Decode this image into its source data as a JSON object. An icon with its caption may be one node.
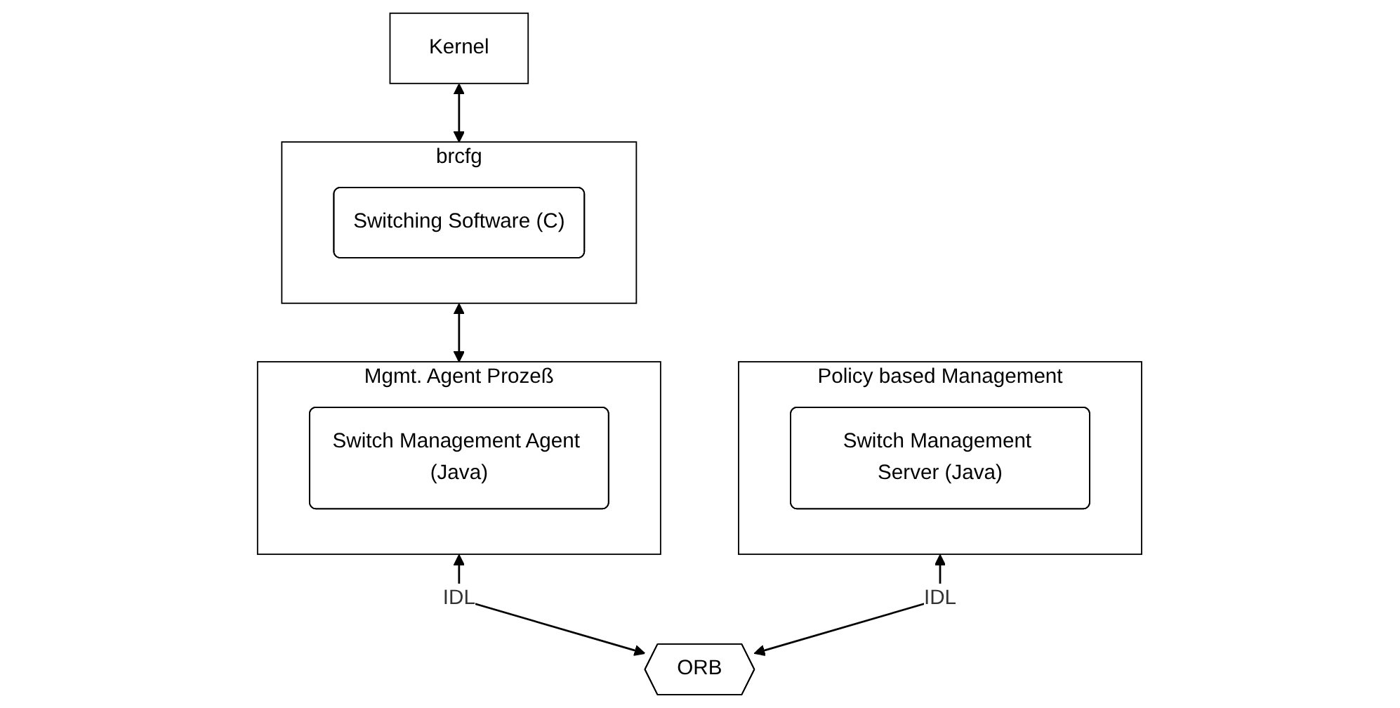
{
  "diagram": {
    "nodes": [
      {
        "text": [
          "Kernel"
        ]
      },
      {
        "text": [
          "brcfg"
        ]
      },
      {
        "text": [
          "Switching Software (C)"
        ],
        "in": 1
      },
      {
        "text": [
          "Mgmt. Agent Prozeß"
        ]
      },
      {
        "text": [
          "Switch Management Agent (Java)"
        ],
        "in": 3
      },
      {
        "text": [
          "Policy based Management"
        ]
      },
      {
        "text": [
          "Switch Management Server (Java)"
        ],
        "in": 5
      },
      {
        "text": [
          "ORB"
        ]
      }
    ],
    "edges": [
      {
        "from": 0,
        "to": 1,
        "arrow": "both"
      },
      {
        "from": 1,
        "to": 3,
        "arrow": "both"
      },
      {
        "from": 3,
        "to": 7,
        "arrow": "both",
        "label": "IDL"
      },
      {
        "from": 5,
        "to": 7,
        "arrow": "both",
        "label": "IDL"
      }
    ]
  }
}
